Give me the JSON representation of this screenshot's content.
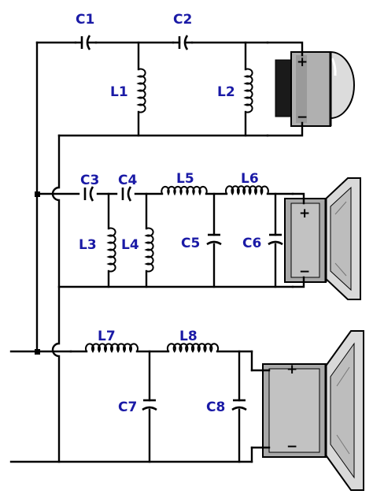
{
  "labels": {
    "c1": "C1",
    "c2": "C2",
    "l1": "L1",
    "l2": "L2",
    "c3": "C3",
    "c4": "C4",
    "l5": "L5",
    "l6": "L6",
    "l3": "L3",
    "l4": "L4",
    "c5": "C5",
    "c6": "C6",
    "l7": "L7",
    "l8": "L8",
    "c7": "C7",
    "c8": "C8"
  },
  "polarity": {
    "plus": "+",
    "minus": "−"
  },
  "colors": {
    "label": "#1a1aa6",
    "wire": "#000000",
    "speaker_body": "#a9a9a9"
  }
}
